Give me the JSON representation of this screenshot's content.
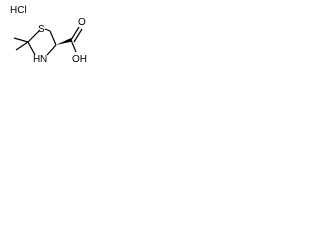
{
  "molecule": {
    "salt_label": "HCl",
    "atoms": {
      "sulfur": "S",
      "nitrogen_h": "H",
      "nitrogen": "N",
      "hydroxyl": "OH",
      "carbonyl_oxygen": "O"
    }
  },
  "colors": {
    "bond": "#000000",
    "background": "#ffffff"
  }
}
